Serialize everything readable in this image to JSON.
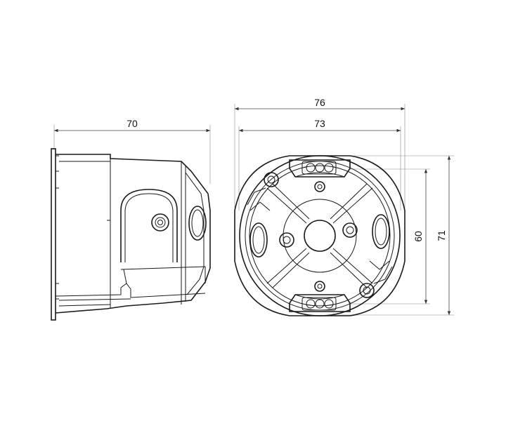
{
  "dimensions": {
    "side_width": "70",
    "front_outer_width": "76",
    "front_inner_width": "73",
    "front_inner_height": "60",
    "front_outer_height": "71"
  },
  "colors": {
    "line": "#1a1a1a",
    "dimension": "#444444",
    "background": "#ffffff"
  }
}
